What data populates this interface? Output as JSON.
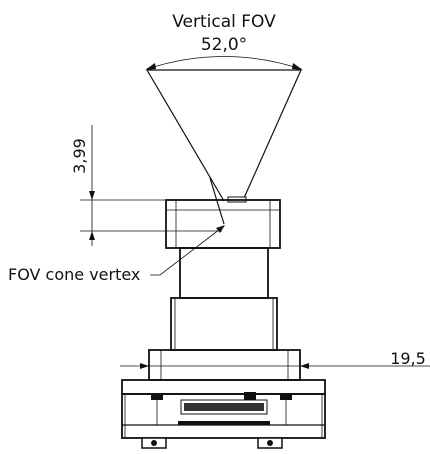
{
  "fov": {
    "title": "Vertical FOV",
    "angle": "52,0°"
  },
  "dimensions": {
    "vertex_offset": "3,99",
    "width": "19,5"
  },
  "callouts": {
    "vertex": "FOV cone vertex"
  }
}
